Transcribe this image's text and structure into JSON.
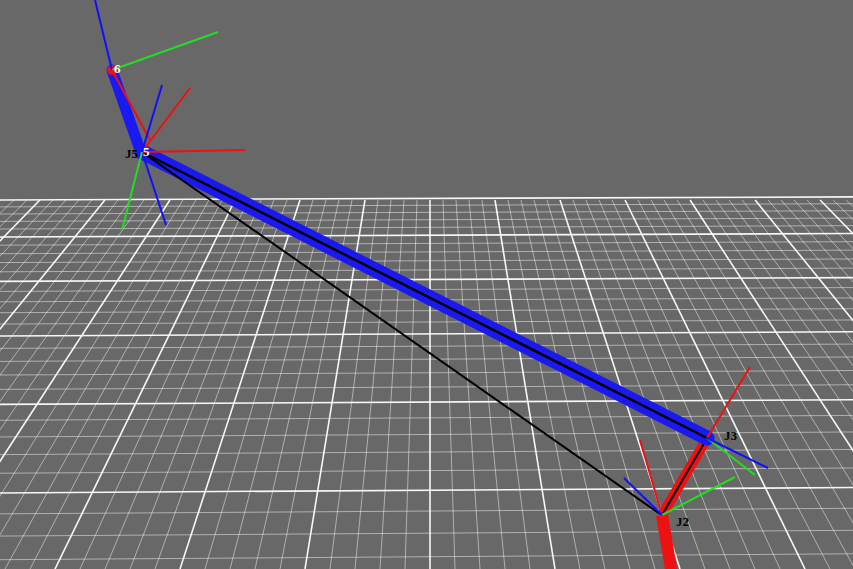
{
  "diagram": {
    "labels": [
      "6",
      "J5",
      "5",
      "J3",
      "J2"
    ]
  }
}
